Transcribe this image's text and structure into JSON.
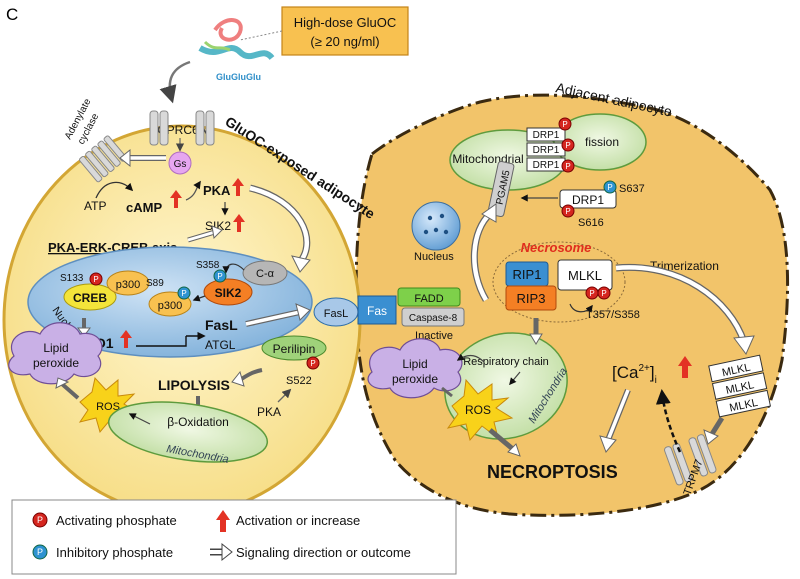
{
  "panel_letter": "C",
  "drug": {
    "label_line1": "High-dose GluOC",
    "label_line2": "(≥ 20 ng/ml)",
    "peptide_label": "GluGluGlu"
  },
  "left_cell": {
    "title": "GluOC-exposed adipocyte",
    "receptor": "GPRC6A",
    "adenylate_line1": "Adenylate",
    "adenylate_line2": "cyclase",
    "gs": "Gs",
    "atp": "ATP",
    "camp": "cAMP",
    "pka": "PKA",
    "sik2_top": "SIK2",
    "axis_label": "PKA-ERK-CREB axis",
    "s133": "S133",
    "p300_a": "p300",
    "creb": "CREB",
    "s89": "S89",
    "p300_b": "p300",
    "s358": "S358",
    "c_alpha": "C-α",
    "sik2_nuc": "SIK2",
    "nucleus": "Nucleus",
    "foxo1": "FoxO1",
    "fasl": "FasL",
    "atgl": "ATGL",
    "perilipin": "Perilipin",
    "s522": "S522",
    "pka_bottom": "PKA",
    "lipolysis": "LIPOLYSIS",
    "lipid_line1": "Lipid",
    "lipid_line2": "peroxide",
    "ros": "ROS",
    "beta_ox": "β-Oxidation",
    "mitochondria": "Mitochondria"
  },
  "junction": {
    "fasl": "FasL",
    "fas": "Fas",
    "fadd": "FADD",
    "caspase": "Caspase-8",
    "inactive": "Inactive"
  },
  "right_cell": {
    "title": "Adjacent adipocyte",
    "mito_fission_left": "Mitochondrial",
    "mito_fission_right": "fission",
    "drp1_1": "DRP1",
    "drp1_2": "DRP1",
    "drp1_3": "DRP1",
    "pgam5": "PGAM5",
    "drp1_single": "DRP1",
    "s637": "S637",
    "s616": "S616",
    "nucleus": "Nucleus",
    "necrosome": "Necrosome",
    "rip1": "RIP1",
    "rip3": "RIP3",
    "mlkl": "MLKL",
    "t357": "T357/S358",
    "trimerization": "Trimerization",
    "mlkl_t1": "MLKL",
    "mlkl_t2": "MLKL",
    "mlkl_t3": "MLKL",
    "lipid_line1": "Lipid",
    "lipid_line2": "peroxide",
    "resp_chain": "Respiratory chain",
    "ros": "ROS",
    "mitochondria": "Mitochondria",
    "ca": "[Ca",
    "ca_sup": "2+",
    "ca_close": "]",
    "ca_sub": "i",
    "necroptosis": "NECROPTOSIS",
    "trpm7": "TRPM7"
  },
  "legend": {
    "activating": "Activating phosphate",
    "activation": "Activation or increase",
    "inhibitory": "Inhibitory phosphate",
    "signaling": "Signaling direction or outcome"
  },
  "phospho_letter": "P",
  "colors": {
    "cell_fill": "#fbe9a6",
    "cell_stroke": "#c99a1c",
    "right_fill": "#f3c66b",
    "right_stroke": "#5a3a10",
    "nucleus_fill": "#a9cbe8",
    "mito_fill": "#dcedc4",
    "activating": "#d5261f",
    "inhibitory": "#2e93d1",
    "ros": "#f8d21a",
    "lipid": "#c9b0e6",
    "drug_box": "#f8c150"
  }
}
